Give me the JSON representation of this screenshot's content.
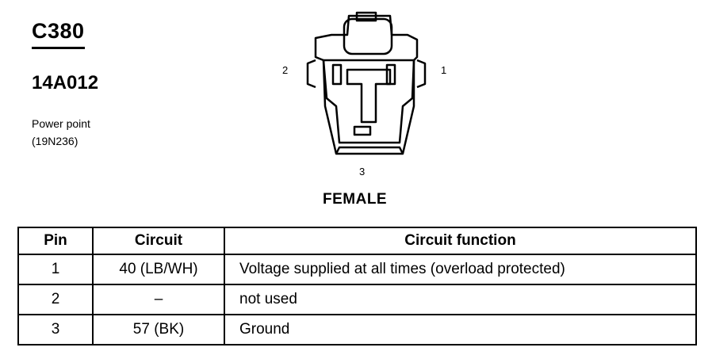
{
  "header": {
    "connector_id": "C380",
    "part_number": "14A012",
    "description_line1": "Power point",
    "description_line2": "(19N236)"
  },
  "diagram": {
    "pin_labels": {
      "left": "2",
      "right": "1",
      "bottom": "3"
    },
    "gender_label": "FEMALE"
  },
  "table": {
    "headers": [
      "Pin",
      "Circuit",
      "Circuit function"
    ],
    "rows": [
      {
        "pin": "1",
        "circuit": "40 (LB/WH)",
        "function": "Voltage supplied at all times (overload protected)"
      },
      {
        "pin": "2",
        "circuit": "–",
        "function": "not used"
      },
      {
        "pin": "3",
        "circuit": "57 (BK)",
        "function": "Ground"
      }
    ]
  }
}
